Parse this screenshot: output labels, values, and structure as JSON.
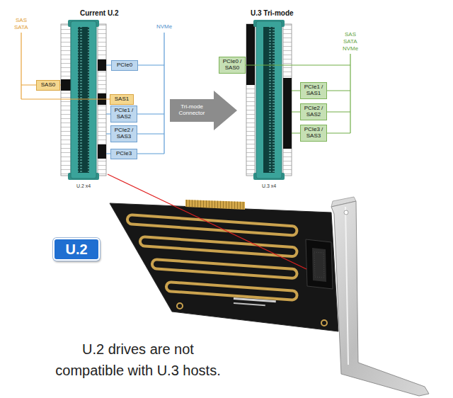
{
  "diagram": {
    "caption": "U.2 drives are not compatible with U.3 hosts.",
    "nodes": [
      {
        "text": [
          "PCIe0"
        ]
      },
      {
        "text": [
          "SAS0"
        ]
      },
      {
        "text": [
          "SAS1"
        ]
      },
      {
        "text": [
          "PCIe1 / SAS2"
        ]
      },
      {
        "text": [
          "PCIe2 / SAS3"
        ]
      },
      {
        "text": [
          "PCIe3"
        ]
      },
      {
        "text": [
          "Tri-mode Connector"
        ]
      },
      {
        "text": [
          "PCIe0 / SAS0"
        ]
      },
      {
        "text": [
          "PCIe1 / SAS1"
        ]
      },
      {
        "text": [
          "PCIe2 / SAS2"
        ]
      },
      {
        "text": [
          "PCIe3 / SAS3"
        ]
      },
      {
        "text": [
          "U.2"
        ]
      }
    ],
    "labels": [
      "Current U.2",
      "SAS",
      "SATA",
      "NVMe",
      "U.2 x4",
      "U.3 Tri-mode",
      "SAS",
      "SATA",
      "NVMe",
      "U.3 x4"
    ]
  }
}
